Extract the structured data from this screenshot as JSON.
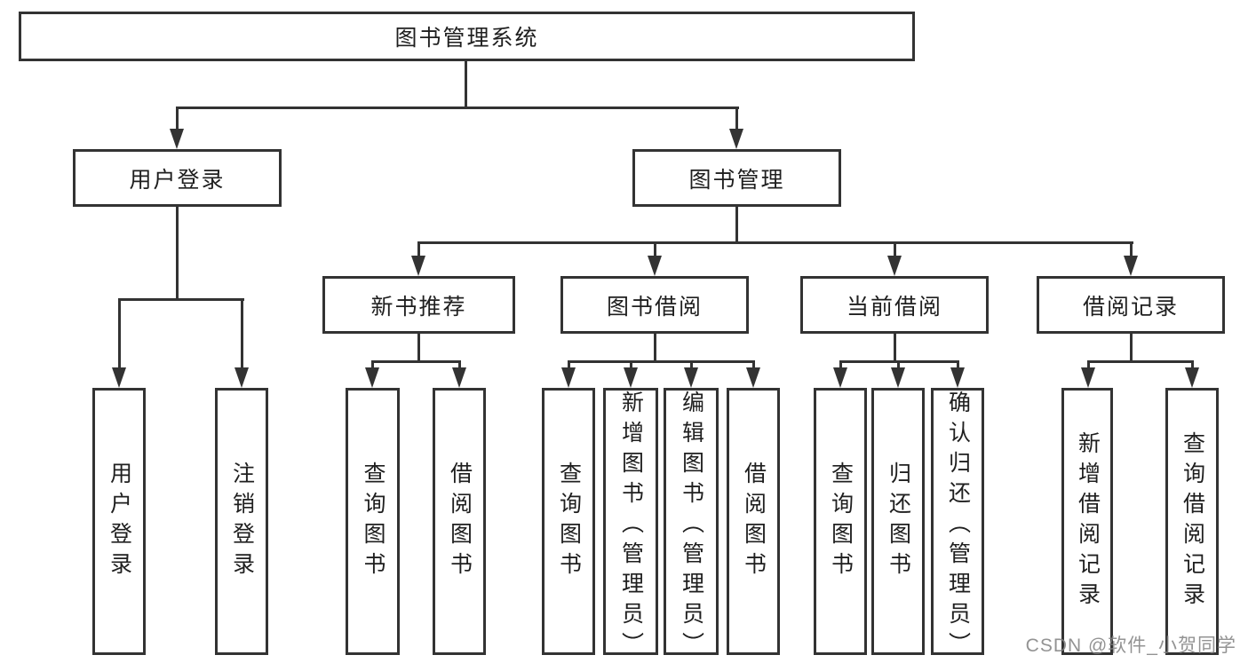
{
  "title": "图书管理系统",
  "tree": {
    "label": "图书管理系统",
    "children": [
      {
        "label": "用户登录",
        "children": [
          {
            "label": "用户登录"
          },
          {
            "label": "注销登录"
          }
        ]
      },
      {
        "label": "图书管理",
        "children": [
          {
            "label": "新书推荐",
            "children": [
              {
                "label": "查询图书"
              },
              {
                "label": "借阅图书"
              }
            ]
          },
          {
            "label": "图书借阅",
            "children": [
              {
                "label": "查询图书"
              },
              {
                "label": "新增图书（管理员）"
              },
              {
                "label": "编辑图书（管理员）"
              },
              {
                "label": "借阅图书"
              }
            ]
          },
          {
            "label": "当前借阅",
            "children": [
              {
                "label": "查询图书"
              },
              {
                "label": "归还图书"
              },
              {
                "label": "确认归还（管理员）"
              }
            ]
          },
          {
            "label": "借阅记录",
            "children": [
              {
                "label": "新增借阅记录"
              },
              {
                "label": "查询借阅记录"
              }
            ]
          }
        ]
      }
    ]
  },
  "watermark": "CSDN @软件_小贺同学",
  "colors": {
    "line": "#333333",
    "background": "#ffffff",
    "watermark": "#808080"
  }
}
